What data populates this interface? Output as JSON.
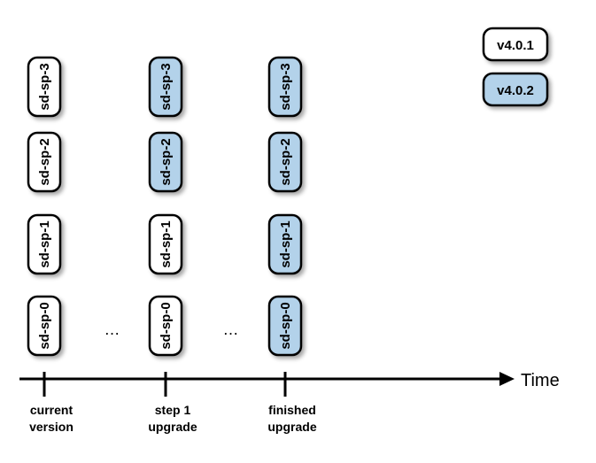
{
  "legend": [
    {
      "label": "v4.0.1",
      "color": "#ffffff"
    },
    {
      "label": "v4.0.2",
      "color": "#b3d2ea"
    }
  ],
  "pods": [
    "sd-sp-0",
    "sd-sp-1",
    "sd-sp-2",
    "sd-sp-3"
  ],
  "stages": [
    {
      "label_lines": [
        "current",
        "version"
      ],
      "upgraded": [
        false,
        false,
        false,
        false
      ]
    },
    {
      "label_lines": [
        "step 1",
        "upgrade"
      ],
      "upgraded": [
        false,
        false,
        true,
        true
      ]
    },
    {
      "label_lines": [
        "finished",
        "upgrade"
      ],
      "upgraded": [
        true,
        true,
        true,
        true
      ]
    }
  ],
  "ellipsis": "…",
  "axis_label": "Time",
  "colors": {
    "old_fill": "#ffffff",
    "new_fill": "#b3d2ea",
    "stroke": "#000000"
  }
}
